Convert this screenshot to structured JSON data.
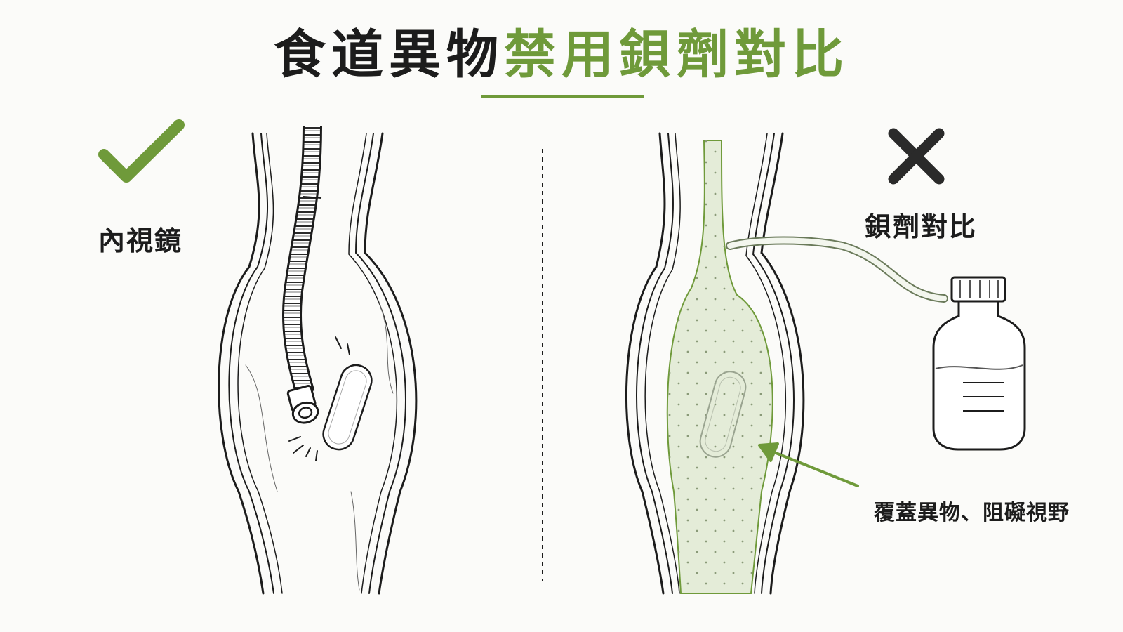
{
  "title": {
    "dark_part": "食道異物",
    "green_part": "禁用鋇劑對比"
  },
  "left_panel": {
    "label": "內視鏡",
    "mark": "check-icon"
  },
  "right_panel": {
    "label": "鋇劑對比",
    "mark": "cross-icon",
    "annotation": "覆蓋異物、阻礙視野"
  },
  "colors": {
    "accent_green": "#6f9a3a",
    "barium_fill": "#e4ecd8",
    "ink": "#1c1c1c"
  }
}
